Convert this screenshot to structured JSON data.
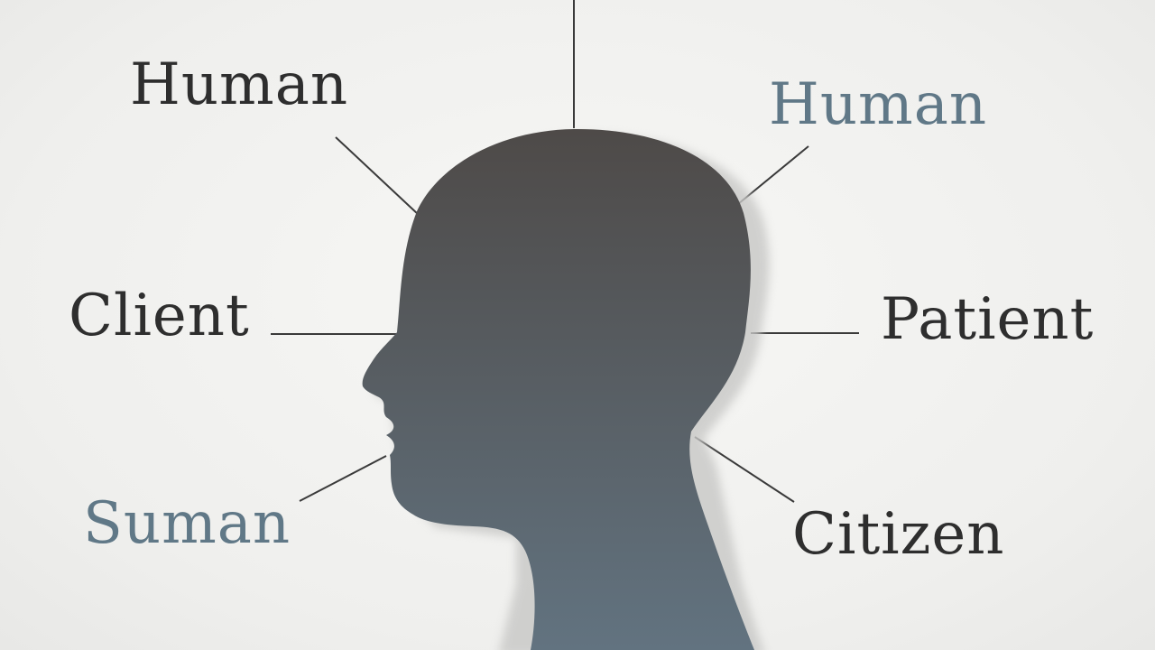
{
  "labels": {
    "human_left": "Human",
    "human_right": "Human",
    "client": "Client",
    "patient": "Patient",
    "suman": "Suman",
    "citizen": "Citizen"
  },
  "colors": {
    "background": "#f0f0ee",
    "dark_text": "#2e2e2e",
    "accent_text": "#607887",
    "head_top": "#4e4a48",
    "head_bottom": "#627380",
    "connector": "#3a3a3a",
    "shadow": "#c8c8c6"
  },
  "icons": {
    "head": "head-silhouette-icon"
  }
}
